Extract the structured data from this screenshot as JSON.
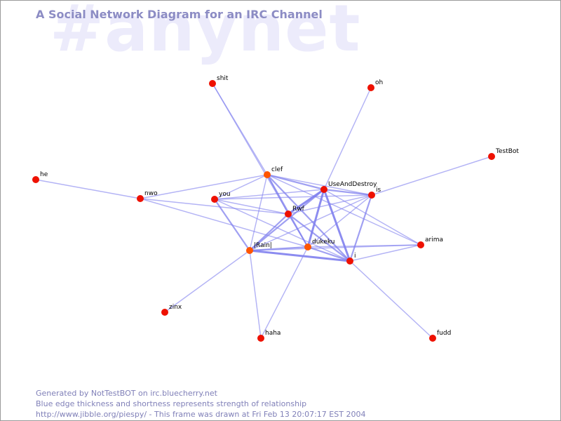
{
  "watermark": "#anynet",
  "title": "A Social Network Diagram for an IRC Channel",
  "footer": {
    "line1": "Generated by NotTestBOT on irc.bluecherry.net",
    "line2": "Blue edge thickness and shortness represents strength of relationship",
    "line3": "http://www.jibble.org/piespy/ - This frame was drawn at Fri Feb 13 20:07:17 EST 2004"
  },
  "colors": {
    "node": "#ee1100",
    "node_active": "#ff5500",
    "edge": "#8080ee",
    "title": "#8c8cc4",
    "watermark": "#ecebfb",
    "footer": "#8080b8"
  },
  "nodes": [
    {
      "id": "shit",
      "label": "shit"
    },
    {
      "id": "oh",
      "label": "oh"
    },
    {
      "id": "TestBot",
      "label": "TestBot"
    },
    {
      "id": "he",
      "label": "he"
    },
    {
      "id": "clef",
      "label": "clef",
      "active": true
    },
    {
      "id": "UseAndDestroy",
      "label": "UseAndDestroy"
    },
    {
      "id": "is",
      "label": "is"
    },
    {
      "id": "nwo",
      "label": "nwo"
    },
    {
      "id": "you",
      "label": "you"
    },
    {
      "id": "Rwf",
      "label": "Rwf"
    },
    {
      "id": "Rain",
      "label": "|Rain|",
      "active": true
    },
    {
      "id": "dukeku",
      "label": "dukeku",
      "active": true
    },
    {
      "id": "i",
      "label": "i"
    },
    {
      "id": "arima",
      "label": "arima"
    },
    {
      "id": "zinx",
      "label": "zinx"
    },
    {
      "id": "haha",
      "label": "haha"
    },
    {
      "id": "fudd",
      "label": "fudd"
    }
  ],
  "edges": [
    {
      "source": "shit",
      "target": "clef",
      "weight": 1
    },
    {
      "source": "shit",
      "target": "dukeku",
      "weight": 1
    },
    {
      "source": "oh",
      "target": "UseAndDestroy",
      "weight": 1
    },
    {
      "source": "TestBot",
      "target": "is",
      "weight": 1
    },
    {
      "source": "he",
      "target": "nwo",
      "weight": 1
    },
    {
      "source": "nwo",
      "target": "clef",
      "weight": 1
    },
    {
      "source": "nwo",
      "target": "Rwf",
      "weight": 1
    },
    {
      "source": "nwo",
      "target": "dukeku",
      "weight": 1
    },
    {
      "source": "you",
      "target": "clef",
      "weight": 1
    },
    {
      "source": "you",
      "target": "UseAndDestroy",
      "weight": 1
    },
    {
      "source": "you",
      "target": "is",
      "weight": 1
    },
    {
      "source": "you",
      "target": "Rwf",
      "weight": 1
    },
    {
      "source": "you",
      "target": "Rain",
      "weight": 2
    },
    {
      "source": "you",
      "target": "i",
      "weight": 1
    },
    {
      "source": "clef",
      "target": "UseAndDestroy",
      "weight": 2
    },
    {
      "source": "clef",
      "target": "is",
      "weight": 1
    },
    {
      "source": "clef",
      "target": "Rwf",
      "weight": 1
    },
    {
      "source": "clef",
      "target": "Rain",
      "weight": 1
    },
    {
      "source": "clef",
      "target": "dukeku",
      "weight": 2
    },
    {
      "source": "clef",
      "target": "i",
      "weight": 2
    },
    {
      "source": "clef",
      "target": "arima",
      "weight": 1
    },
    {
      "source": "UseAndDestroy",
      "target": "is",
      "weight": 2
    },
    {
      "source": "UseAndDestroy",
      "target": "Rwf",
      "weight": 3
    },
    {
      "source": "UseAndDestroy",
      "target": "Rain",
      "weight": 2
    },
    {
      "source": "UseAndDestroy",
      "target": "dukeku",
      "weight": 3
    },
    {
      "source": "UseAndDestroy",
      "target": "i",
      "weight": 3
    },
    {
      "source": "UseAndDestroy",
      "target": "arima",
      "weight": 1
    },
    {
      "source": "is",
      "target": "Rwf",
      "weight": 1
    },
    {
      "source": "is",
      "target": "Rain",
      "weight": 1
    },
    {
      "source": "is",
      "target": "dukeku",
      "weight": 1
    },
    {
      "source": "is",
      "target": "i",
      "weight": 2
    },
    {
      "source": "Rwf",
      "target": "Rain",
      "weight": 2
    },
    {
      "source": "Rwf",
      "target": "dukeku",
      "weight": 1
    },
    {
      "source": "Rwf",
      "target": "i",
      "weight": 2
    },
    {
      "source": "Rain",
      "target": "dukeku",
      "weight": 2
    },
    {
      "source": "Rain",
      "target": "i",
      "weight": 3
    },
    {
      "source": "Rain",
      "target": "arima",
      "weight": 1
    },
    {
      "source": "Rain",
      "target": "zinx",
      "weight": 1
    },
    {
      "source": "Rain",
      "target": "haha",
      "weight": 1
    },
    {
      "source": "dukeku",
      "target": "i",
      "weight": 2
    },
    {
      "source": "dukeku",
      "target": "arima",
      "weight": 1
    },
    {
      "source": "dukeku",
      "target": "haha",
      "weight": 1
    },
    {
      "source": "i",
      "target": "arima",
      "weight": 1
    },
    {
      "source": "i",
      "target": "fudd",
      "weight": 1
    }
  ]
}
